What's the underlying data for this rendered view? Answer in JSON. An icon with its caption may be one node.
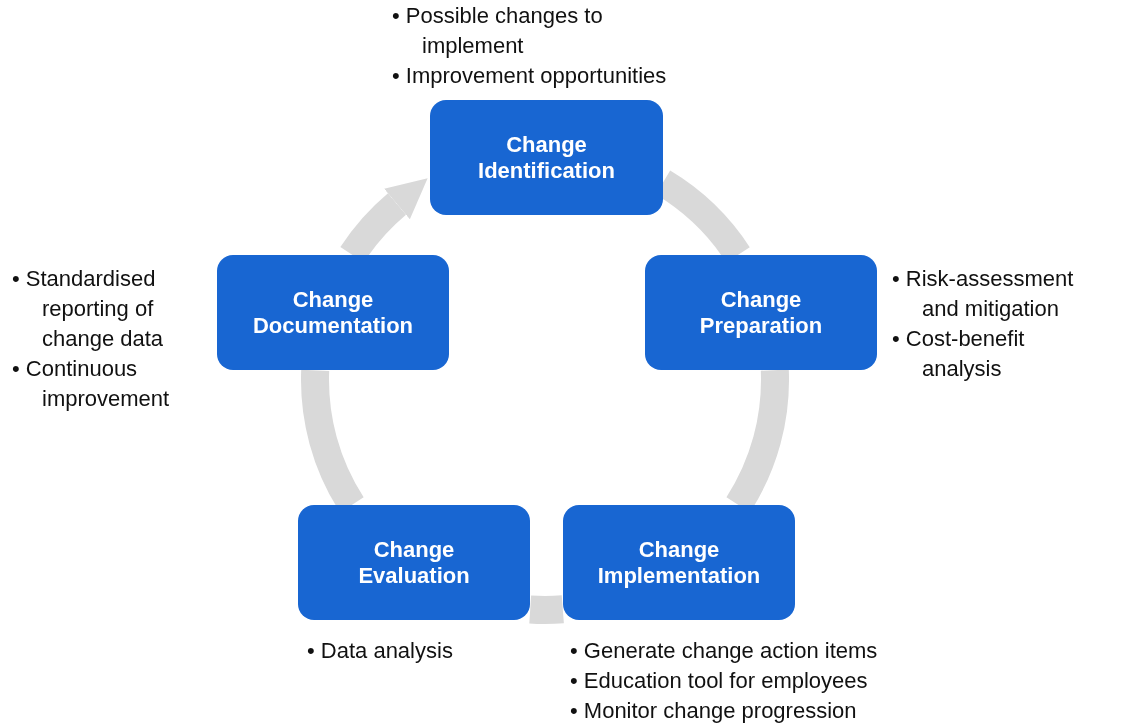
{
  "diagram": {
    "nodes": [
      {
        "text": [
          "Change Identification"
        ],
        "beside": [
          "• Possible changes to implement",
          "• Improvement opportunities"
        ]
      },
      {
        "text": [
          "Change Preparation"
        ],
        "beside": [
          "• Risk-assessment and mitigation",
          "• Cost-benefit analysis"
        ]
      },
      {
        "text": [
          "Change Implementation"
        ],
        "beside": [
          "• Generate change action items",
          "• Education tool for employees",
          "• Monitor change progression"
        ]
      },
      {
        "text": [
          "Change Evaluation"
        ],
        "beside": [
          "• Data analysis"
        ]
      },
      {
        "text": [
          "Change Documentation"
        ],
        "beside": [
          "• Standardised reporting of change data",
          "• Continuous improvement"
        ]
      }
    ],
    "edges": [
      {
        "from": 0,
        "to": 1,
        "arrow": "none"
      },
      {
        "from": 1,
        "to": 2,
        "arrow": "none"
      },
      {
        "from": 2,
        "to": 3,
        "arrow": "none"
      },
      {
        "from": 3,
        "to": 4,
        "arrow": "none"
      },
      {
        "from": 4,
        "to": 0,
        "arrow": "to"
      }
    ]
  }
}
